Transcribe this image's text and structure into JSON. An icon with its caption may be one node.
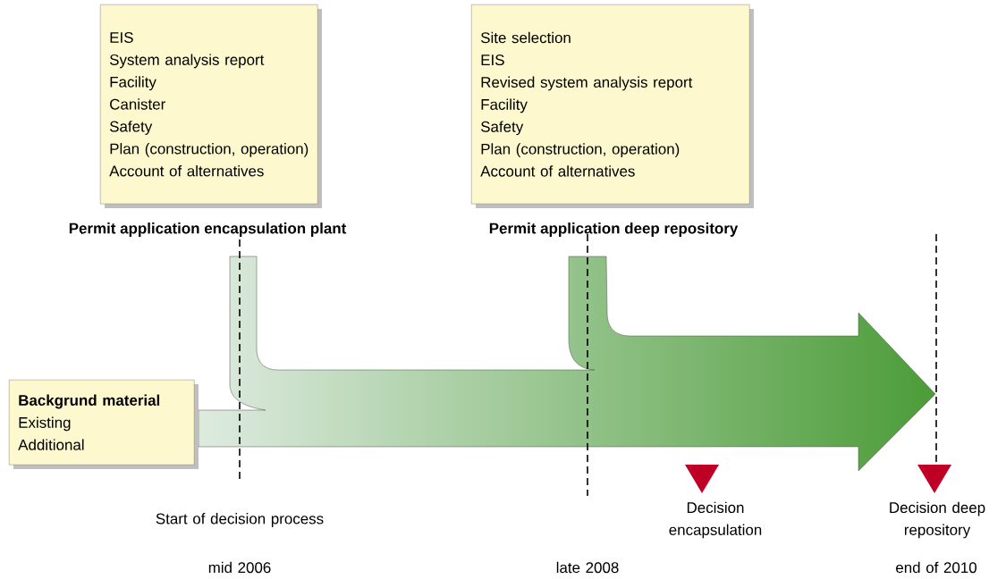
{
  "diagram": {
    "nodes": [
      {
        "text": [
          "EIS",
          "System analysis report",
          "Facility",
          "Canister",
          "Safety",
          "Plan (construction, operation)",
          "Account of alternatives"
        ],
        "beside": [
          "Permit application encapsulation plant"
        ]
      },
      {
        "text": [
          "Site selection",
          "EIS",
          "Revised system analysis report",
          "Facility",
          "Safety",
          "Plan (construction, operation)",
          "Account of alternatives"
        ],
        "beside": [
          "Permit application deep repository"
        ]
      },
      {
        "text": [
          "Backgrund material",
          "Existing",
          "Additional"
        ]
      }
    ],
    "labels": [
      "Start of decision process",
      "Decision encapsulation",
      "Decision deep repository",
      "mid 2006",
      "late 2008",
      "end of 2010"
    ]
  }
}
